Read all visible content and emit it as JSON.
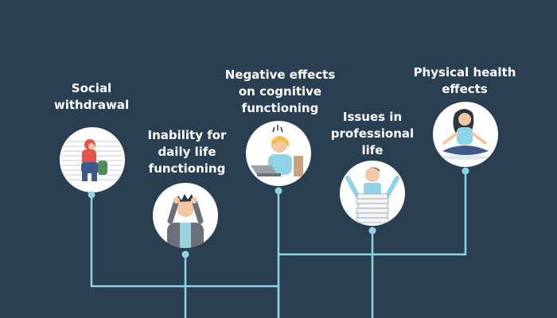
{
  "items": [
    {
      "lines": [
        "Social",
        "withdrawal"
      ],
      "icon": "person-sitting-sad-icon"
    },
    {
      "lines": [
        "Inability for",
        "daily life",
        "functioning"
      ],
      "icon": "stressed-man-icon"
    },
    {
      "lines": [
        "Negative effects",
        "on cognitive",
        "functioning"
      ],
      "icon": "woman-at-laptop-icon"
    },
    {
      "lines": [
        "Issues in",
        "professional",
        "life"
      ],
      "icon": "man-with-paper-stack-icon"
    },
    {
      "lines": [
        "Physical health",
        "effects"
      ],
      "icon": "meditating-woman-icon"
    }
  ],
  "colors": {
    "background": "#2b3f52",
    "connector": "#8fd3e6",
    "text": "#ffffff"
  }
}
